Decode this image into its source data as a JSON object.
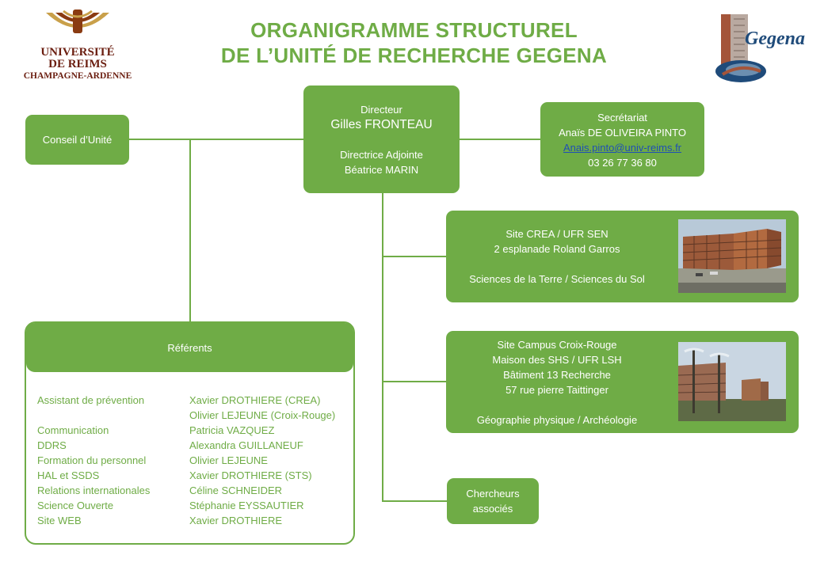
{
  "title": {
    "line1": "ORGANIGRAMME STRUCTUREL",
    "line2": "DE L’UNITÉ DE RECHERCHE GEGENA"
  },
  "logo_left": {
    "line1": "UNIVERSITÉ",
    "line2": "DE REIMS",
    "line3": "CHAMPAGNE-ARDENNE"
  },
  "logo_right": {
    "text": "Gegena"
  },
  "conseil": {
    "label": "Conseil d’Unité"
  },
  "direction": {
    "role1": "Directeur",
    "name1": "Gilles FRONTEAU",
    "role2": "Directrice Adjointe",
    "name2": "Béatrice MARIN"
  },
  "secretariat": {
    "role": "Secrétariat",
    "name": "Anaïs DE OLIVEIRA PINTO",
    "email": "Anais.pinto@univ-reims.fr",
    "phone": "03 26 77 36 80"
  },
  "site_crea": {
    "line1": "Site CREA / UFR SEN",
    "line2": "2 esplanade Roland Garros",
    "line3": "Sciences de la Terre / Sciences du Sol"
  },
  "site_croix_rouge": {
    "line1": "Site Campus Croix-Rouge",
    "line2": "Maison des SHS / UFR LSH",
    "line3": "Bâtiment 13 Recherche",
    "line4": "57 rue pierre Taittinger",
    "line5": "Géographie physique / Archéologie"
  },
  "chercheurs": {
    "line1": "Chercheurs",
    "line2": "associés"
  },
  "referents": {
    "header": "Référents",
    "rows": [
      {
        "role": "Assistant de prévention",
        "name": "Xavier DROTHIERE (CREA)"
      },
      {
        "role": "",
        "name": "Olivier LEJEUNE (Croix-Rouge)"
      },
      {
        "role": "Communication",
        "name": "Patricia VAZQUEZ"
      },
      {
        "role": "DDRS",
        "name": "Alexandra GUILLANEUF"
      },
      {
        "role": "Formation  du personnel",
        "name": "Olivier LEJEUNE"
      },
      {
        "role": "HAL et SSDS",
        "name": "Xavier DROTHIERE (STS)"
      },
      {
        "role": "Relations internationales",
        "name": "Céline SCHNEIDER"
      },
      {
        "role": "Science Ouverte",
        "name": "Stéphanie EYSSAUTIER"
      },
      {
        "role": "Site WEB",
        "name": "Xavier DROTHIERE"
      }
    ]
  },
  "colors": {
    "accent": "#6fac46",
    "link": "#1f4fb5",
    "logo_brown": "#8a3b12",
    "logo_gold": "#c9a04a"
  }
}
